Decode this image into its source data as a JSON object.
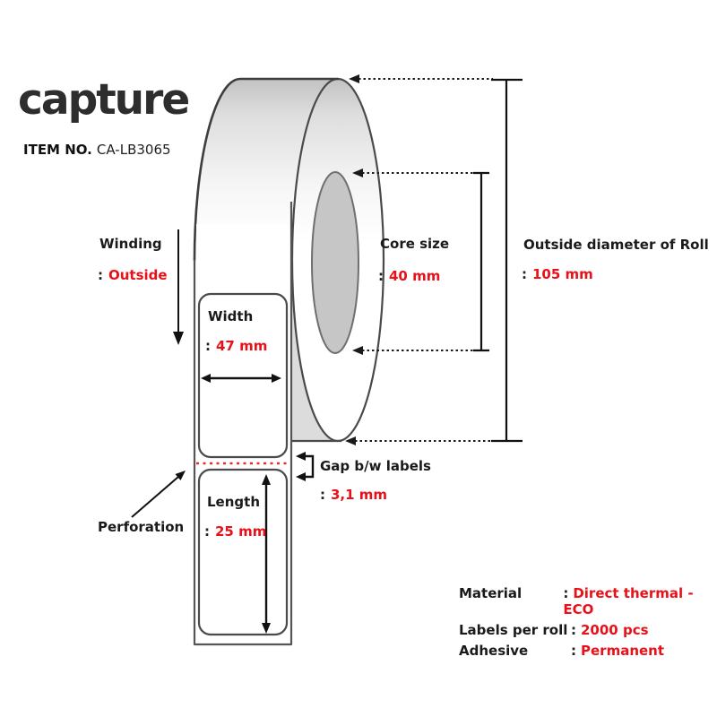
{
  "punct": {
    "colon": ":"
  },
  "brand": {
    "logo": "capture",
    "item_label": "ITEM NO.",
    "item_value": "CA-LB3065"
  },
  "colors": {
    "accent_red": "#e8111a",
    "outline_gray": "#4a4a4a",
    "core_fill": "#c6c6c6",
    "wedge_fill": "#dcdcdc",
    "text_dark": "#1a1a1a",
    "perforation_red": "#e03030"
  },
  "dimensions": {
    "winding": {
      "label": "Winding",
      "value": "Outside"
    },
    "width": {
      "label": "Width",
      "value": "47 mm"
    },
    "core": {
      "label": "Core size",
      "value": "40 mm"
    },
    "outside_diameter": {
      "label": "Outside diameter of Roll",
      "value": "105 mm"
    },
    "gap": {
      "label": "Gap b/w labels",
      "value": "3,1 mm"
    },
    "length": {
      "label": "Length",
      "value": "25 mm"
    },
    "perforation": {
      "label": "Perforation"
    }
  },
  "specs": [
    {
      "label": "Material",
      "value": "Direct thermal - ECO"
    },
    {
      "label": "Labels per roll",
      "value": "2000 pcs"
    },
    {
      "label": "Adhesive",
      "value": "Permanent"
    }
  ]
}
